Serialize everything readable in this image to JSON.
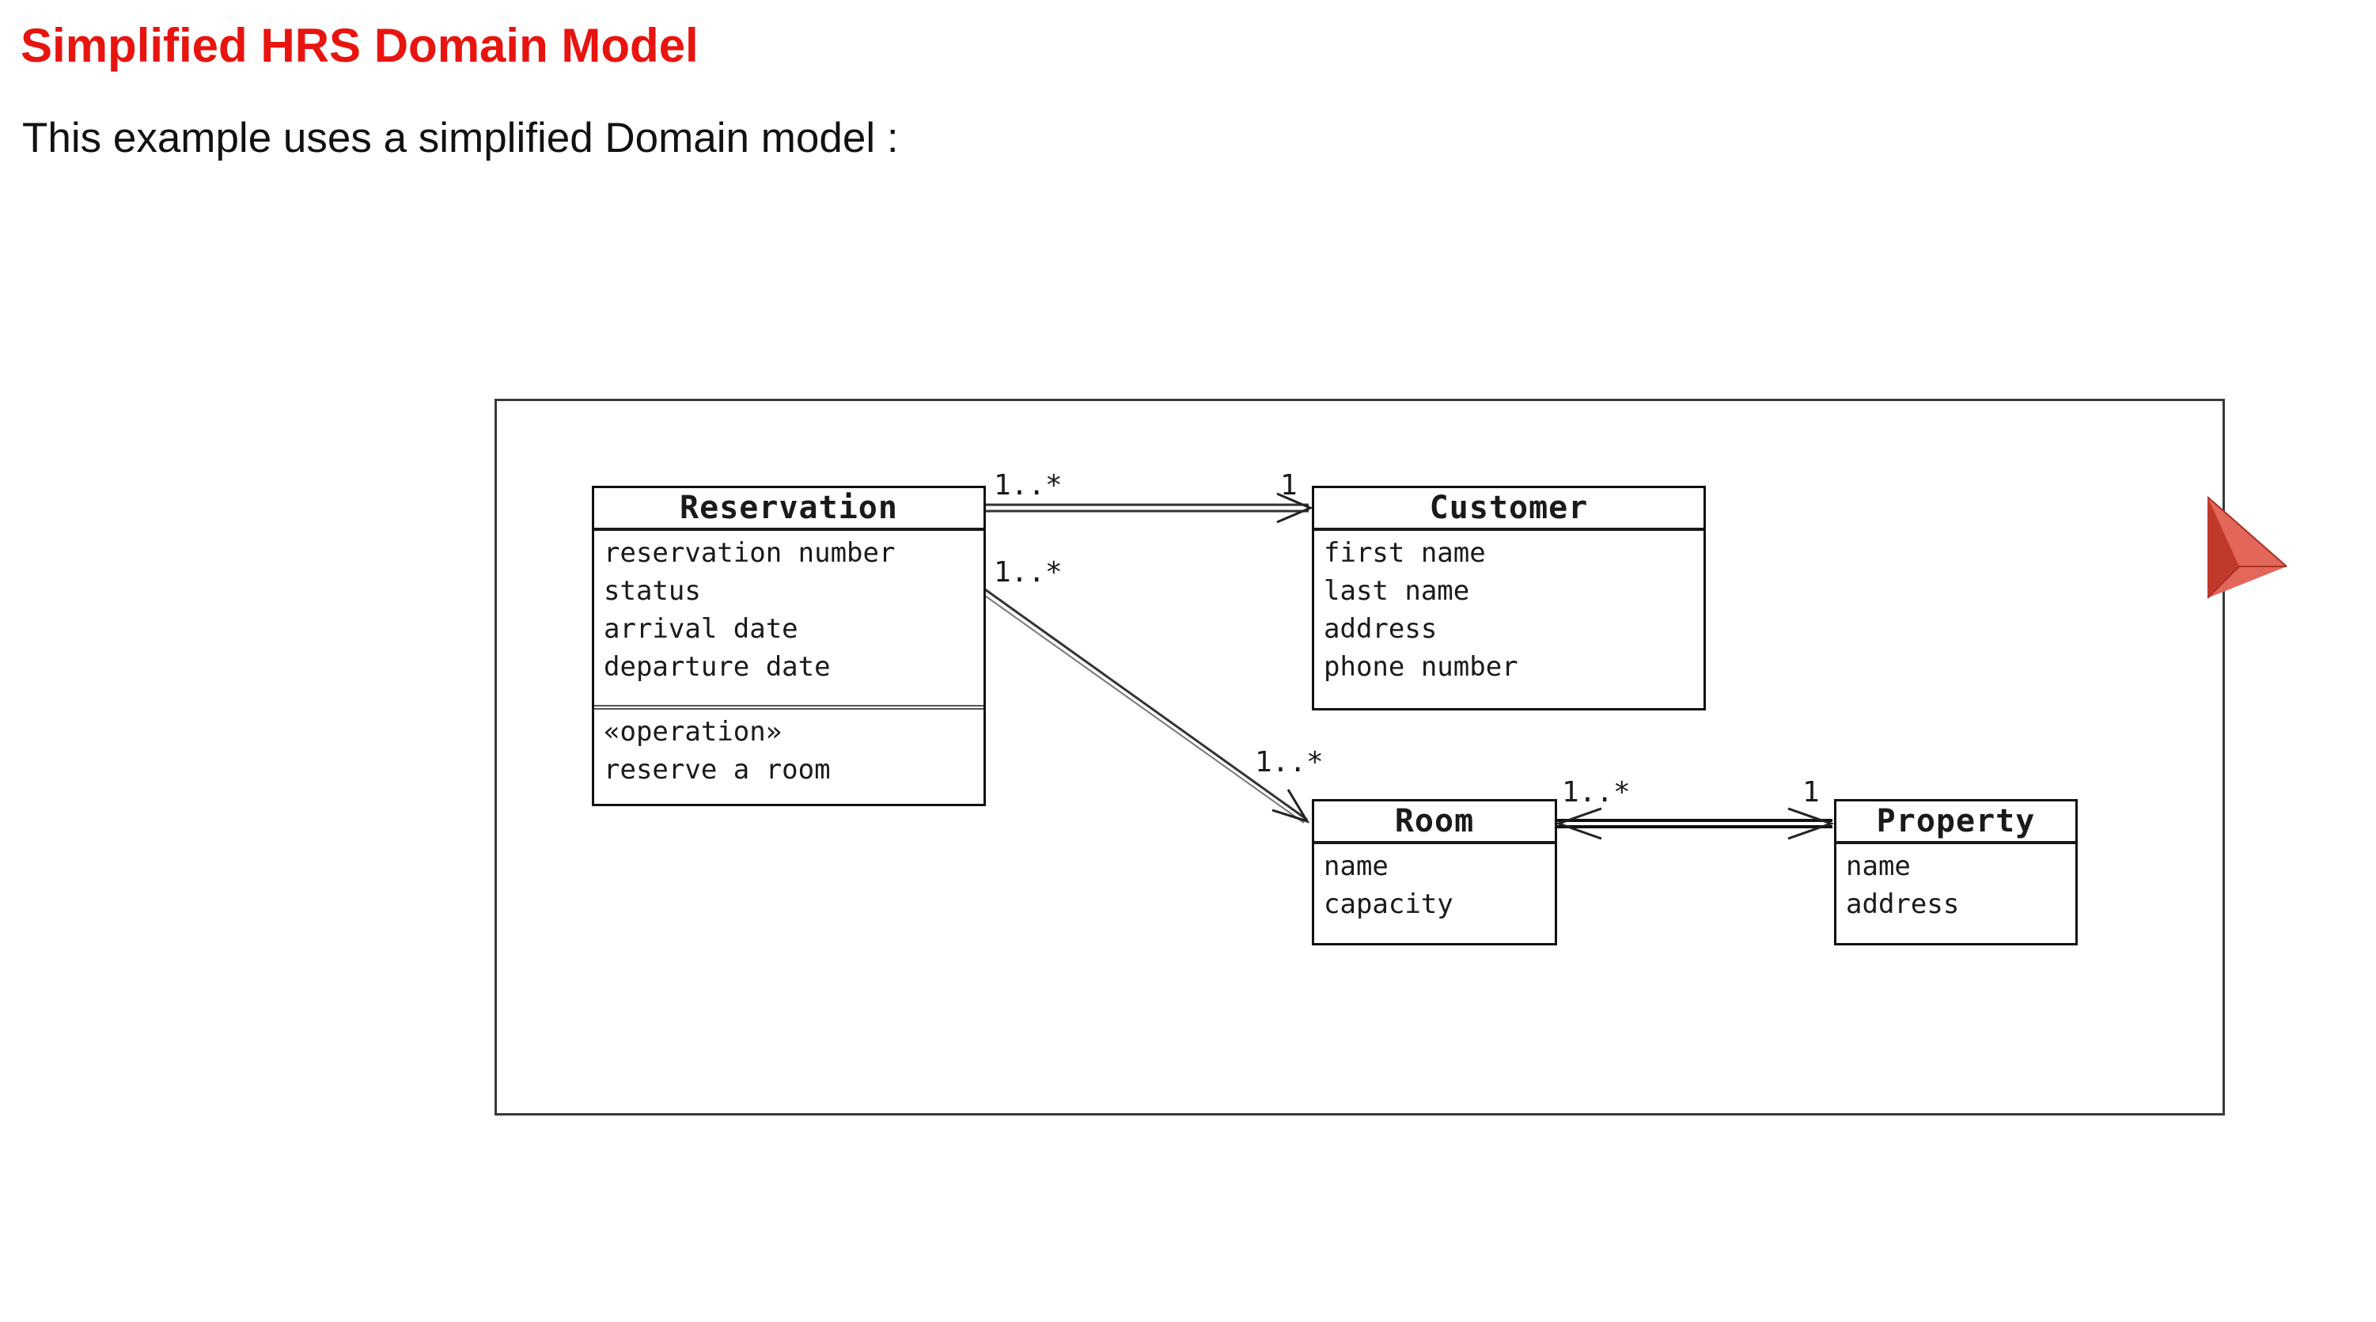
{
  "page": {
    "title": "Simplified HRS Domain Model",
    "intro": "This example uses a simplified Domain model :"
  },
  "diagram": {
    "classes": {
      "reservation": {
        "name": "Reservation",
        "attributes": [
          "reservation number",
          "status",
          "arrival date",
          "departure date"
        ],
        "operations": [
          "«operation»",
          "reserve a room"
        ]
      },
      "customer": {
        "name": "Customer",
        "attributes": [
          "first name",
          "last name",
          "address",
          "phone number"
        ]
      },
      "room": {
        "name": "Room",
        "attributes": [
          "name",
          "capacity"
        ]
      },
      "property": {
        "name": "Property",
        "attributes": [
          "name",
          "address"
        ]
      }
    },
    "associations": {
      "reservation_customer": {
        "source_multiplicity": "1..*",
        "target_multiplicity": "1"
      },
      "reservation_room": {
        "source_multiplicity": "1..*",
        "target_multiplicity": "1..*"
      },
      "room_property": {
        "source_multiplicity": "1..*",
        "target_multiplicity": "1"
      }
    }
  },
  "colors": {
    "title": "#e8140f",
    "text": "#111111",
    "cursor_fill": "#e2665a",
    "cursor_dark": "#c0392b"
  },
  "icons": {
    "cursor": "pointer-arrow-icon"
  }
}
